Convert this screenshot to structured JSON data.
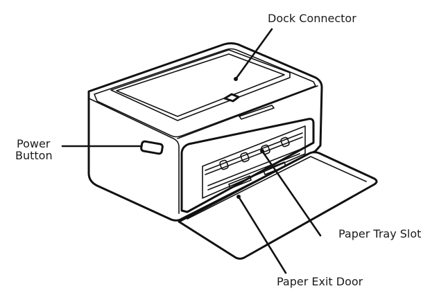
{
  "labels": {
    "dock_connector": "Dock Connector",
    "power_line1": "Power",
    "power_line2": "Button",
    "paper_tray_slot": "Paper Tray Slot",
    "paper_exit_door": "Paper Exit Door"
  }
}
